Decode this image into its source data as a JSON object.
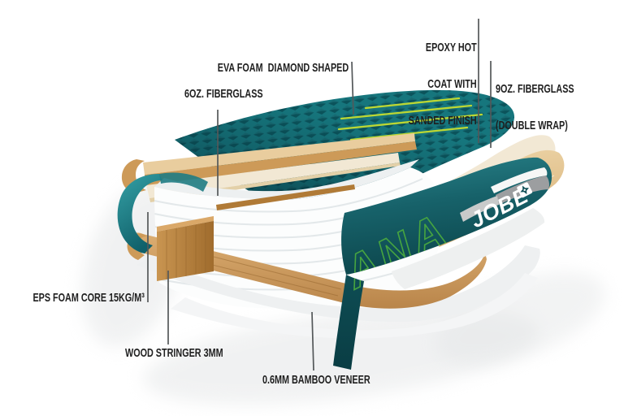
{
  "diagram": {
    "product": "SUP board construction exploded view",
    "brand": {
      "logo_text": "JOBE",
      "ghost_model_text": "ANA"
    },
    "callouts": {
      "epoxy": {
        "lines": [
          "EPOXY HOT",
          "COAT WITH",
          "SANDED FINISH"
        ]
      },
      "fiberglass9": {
        "lines": [
          "9OZ. FIBERGLASS",
          "(DOUBLE WRAP)"
        ]
      },
      "eva": {
        "text": "EVA FOAM  DIAMOND SHAPED"
      },
      "fiberglass6": {
        "text": "6OZ. FIBERGLASS"
      },
      "eps": {
        "text": "EPS FOAM CORE 15KG/M³"
      },
      "stringer": {
        "text": "WOOD STRINGER 3MM"
      },
      "bamboo": {
        "text": "0.6MM BAMBOO VENEER"
      }
    },
    "colors": {
      "background": "#ffffff",
      "label_text": "#1f1f1f",
      "callout_line": "#54585a",
      "deck_pad_teal": "#16767d",
      "deck_pad_diamond": "#0b535b",
      "traction_line_lime": "#bcd733",
      "hull_teal": "#17626a",
      "ghost_text_green": "#46a440",
      "bamboo_wood": "#dfbc85",
      "stringer_wood": "#b9854a",
      "foam_white": "#fcfdfd"
    }
  }
}
